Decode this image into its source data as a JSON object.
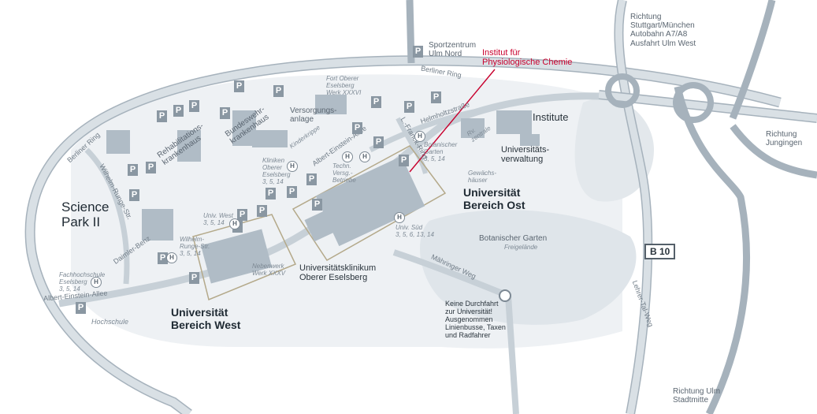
{
  "map": {
    "labels": {
      "sportzentrum": "Sportzentrum\nUlm Nord",
      "institut_pc": "Institut für\nPhysiologische Chemie",
      "richtung_stuttgart": "Richtung\nStuttgart/München\nAutobahn A7/A8\nAusfahrt Ulm West",
      "berliner_ring_top": "Berliner Ring",
      "berliner_ring_left": "Berliner Ring",
      "fort_oberer": "Fort Oberer\nEselsberg\nWerk XXXVI",
      "versorgung": "Versorgungs-\nanlage",
      "helmholtz": "Helmholtzstraße",
      "institute": "Institute",
      "bundeswehr": "Bundeswehr-\nkrankenhaus",
      "reha": "Rehabilitations-\nkrankenhaus",
      "kinderkrippe": "Kinderkrippe",
      "albert_top": "Albert-Einstein-Allee",
      "bot_garten_small": "Botanischer\nGarten\n3, 5, 14",
      "lfranck": "L.-Franck-Ring",
      "zentrale": "Rv.\nzentrale",
      "univ_verwaltung": "Universitäts-\nverwaltung",
      "richtung_jungingen": "Richtung\nJungingen",
      "wilhelm_str": "Wilhelm-Runge-Str.",
      "kliniken": "Kliniken\nOberer\nEselsberg\n3, 5, 14",
      "techn": "Techn.\nVersg.-\nBetriebe",
      "gewaechs": "Gewächs-\nhäuser",
      "uni_ost": "Universität\nBereich Ost",
      "science_park": "Science\nPark II",
      "univ_west_stop": "Univ. West\n3, 5, 14",
      "univ_sued": "Univ. Süd\n3, 5, 6, 13, 14",
      "bot_garten": "Botanischer Garten",
      "freigelaende": "Freigelände",
      "daimler": "Daimler-Benz",
      "wilhelm_stop": "Wilhelm-\nRunge-Str.\n3, 5, 14",
      "uniklinikum": "Universitätsklinikum\nOberer Eselsberg",
      "nebenwerk": "Nebenwerk\nWerk XXXV",
      "fachhochschule": "Fachhochschule\nEselsberg\n3, 5, 14",
      "albert_bottom": "Albert-Einstein-Allee",
      "hochschule": "Hochschule",
      "mahringer": "Mähringer Weg",
      "uni_west": "Universität\nBereich West",
      "keine_durchfahrt": "Keine Durchfahrt\nzur Universität!\nAusgenommen\nLinienbusse, Taxen\nund Radfahrer",
      "lehrer_tal": "Lehrer-Tal-Weg",
      "richtung_ulm": "Richtung Ulm\nStadtmitte"
    },
    "road_badge": "B 10",
    "parking_symbol": "P",
    "hospital_symbol": "H",
    "colors": {
      "road": "#d9e0e5",
      "road_edge": "#a6b2bc",
      "area": "#e9edf0",
      "building": "#b0bcc6",
      "boundary": "#b4a98a",
      "accent": "#c8002d",
      "parking": "#8a97a2"
    }
  }
}
